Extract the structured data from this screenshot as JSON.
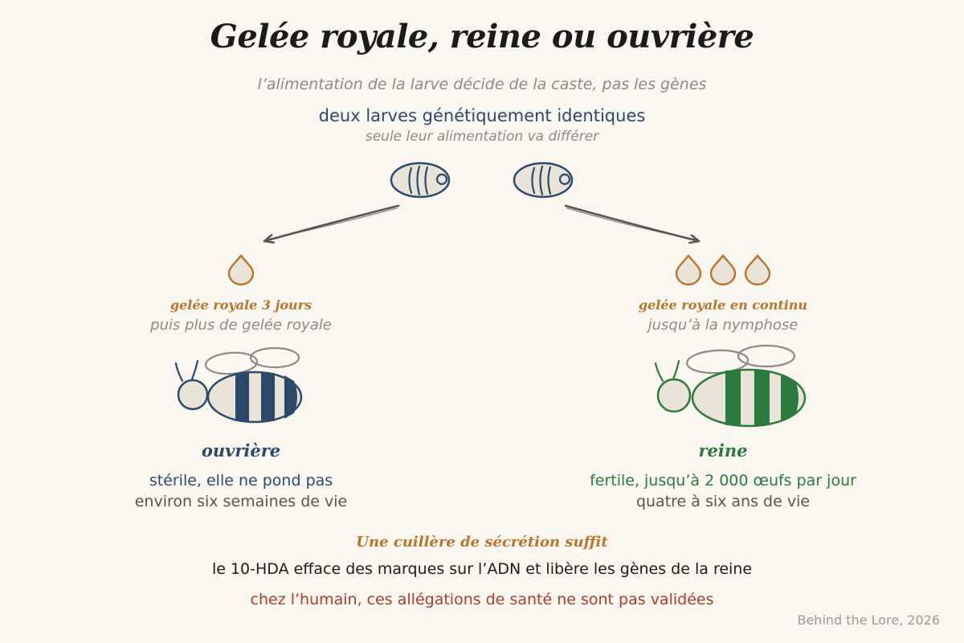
{
  "title": "Gelée royale, reine ou ouvrière",
  "subtitle": "l’alimentation de la larve décide de la caste, pas les gènes",
  "intro": {
    "main": "deux larves génétiquement identiques",
    "sub": "seule leur alimentation va différer"
  },
  "worker": {
    "jelly_label": "gelée royale 3 jours",
    "jelly_sub": "puis plus de gelée royale",
    "caste_name": "ouvrière",
    "description": "stérile, elle ne pond pas",
    "lifespan": "environ six semaines de vie",
    "color": "#2b4a6b"
  },
  "queen": {
    "jelly_label": "gelée royale en continu",
    "jelly_sub": "jusqu’à la nymphose",
    "caste_name": "reine",
    "description": "fertile, jusqu’à 2 000 œufs par jour",
    "lifespan": "quatre à six ans de vie",
    "color": "#2a7a3c"
  },
  "footer": {
    "title": "Une cuillère de sécrétion suffit",
    "text": "le 10-HDA efface des marques sur l’ADN et libère les gènes de la reine",
    "warning": "chez l’humain, ces allégations de santé ne sont pas validées"
  },
  "credit": "Behind the Lore, 2026",
  "colors": {
    "background": "#faf7f0",
    "jelly": "#b8752a",
    "warning": "#b03a2e",
    "muted": "#8a8a8a"
  }
}
